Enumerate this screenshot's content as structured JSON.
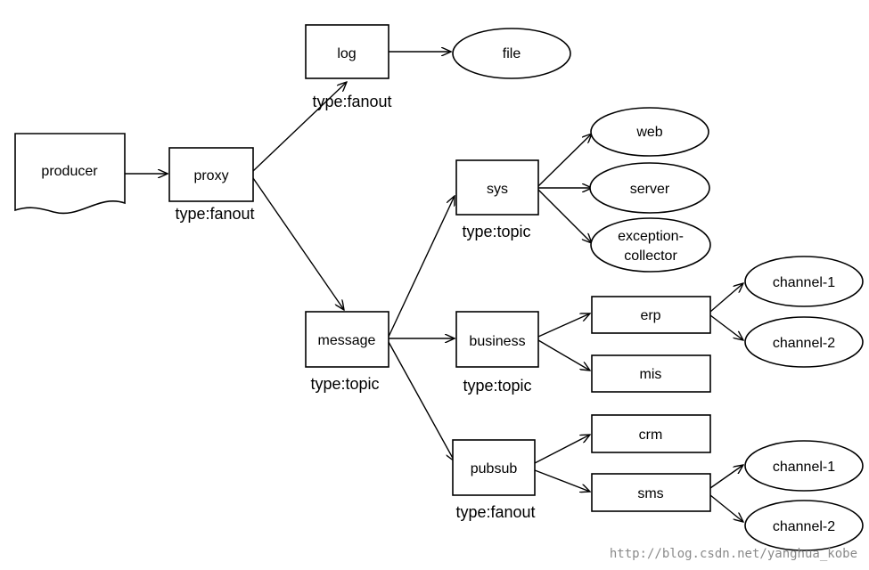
{
  "nodes": {
    "producer": "producer",
    "proxy": "proxy",
    "log": "log",
    "file": "file",
    "message": "message",
    "sys": "sys",
    "web": "web",
    "server": "server",
    "exception_collector_line1": "exception-",
    "exception_collector_line2": "collector",
    "business": "business",
    "erp": "erp",
    "mis": "mis",
    "erp_channel_1": "channel-1",
    "erp_channel_2": "channel-2",
    "pubsub": "pubsub",
    "crm": "crm",
    "sms": "sms",
    "sms_channel_1": "channel-1",
    "sms_channel_2": "channel-2"
  },
  "types": {
    "proxy": "type:fanout",
    "log": "type:fanout",
    "message": "type:topic",
    "sys": "type:topic",
    "business": "type:topic",
    "pubsub": "type:fanout"
  },
  "watermark": "http://blog.csdn.net/yanghua_kobe"
}
